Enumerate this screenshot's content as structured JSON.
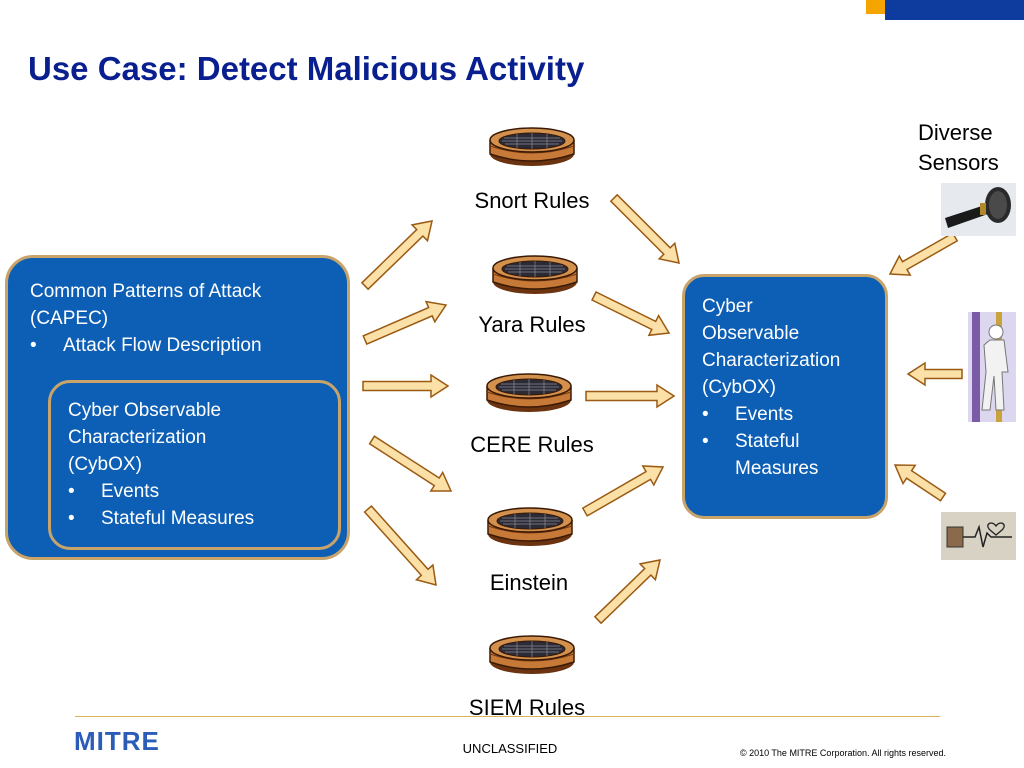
{
  "title": "Use Case: Detect Malicious Activity",
  "left_box": {
    "line1": "Common Patterns of Attack",
    "line2": "(CAPEC)",
    "bullets": [
      "Attack Flow Description"
    ],
    "inner": {
      "lines": [
        "Cyber Observable",
        "Characterization",
        "(CybOX)"
      ],
      "bullets": [
        "Events",
        "Stateful Measures"
      ]
    }
  },
  "rules": [
    "Snort Rules",
    "Yara Rules",
    "CERE Rules",
    "Einstein",
    "SIEM Rules"
  ],
  "right_box": {
    "lines": [
      "Cyber",
      "Observable",
      "Characterization",
      "(CybOX)"
    ],
    "bullets": [
      "Events",
      "Stateful",
      "Measures"
    ]
  },
  "sensors": {
    "line1": "Diverse",
    "line2": "Sensors",
    "icons": [
      "microphone-icon",
      "person-icon",
      "heart-monitor-icon"
    ]
  },
  "footer": {
    "logo": "MITRE",
    "classification": "UNCLASSIFIED",
    "copyright": "© 2010 The MITRE Corporation. All rights reserved."
  },
  "colors": {
    "title": "#0a1f8f",
    "box_fill": "#0d5fb5",
    "box_border": "#c9a46a",
    "arrow_fill": "#fbe0a8",
    "arrow_stroke": "#9a5a12"
  }
}
